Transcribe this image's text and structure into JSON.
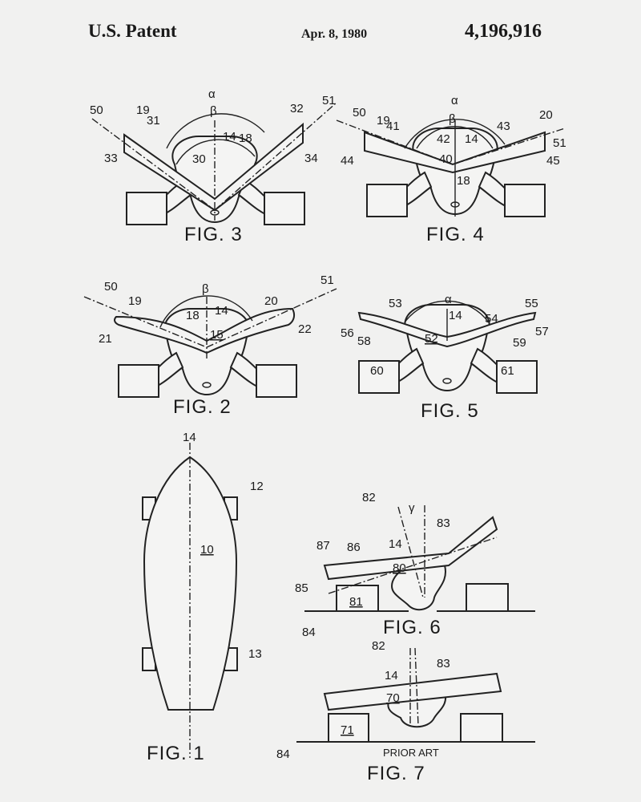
{
  "header": {
    "left": "U.S. Patent",
    "date": "Apr. 8, 1980",
    "number": "4,196,916"
  },
  "fig3": {
    "caption": "FIG. 3",
    "labels": [
      "50",
      "19",
      "31",
      "α",
      "β",
      "14",
      "18",
      "32",
      "51",
      "33",
      "30",
      "34"
    ]
  },
  "fig4": {
    "caption": "FIG. 4",
    "labels": [
      "50",
      "19",
      "41",
      "α",
      "β",
      "42",
      "14",
      "43",
      "20",
      "51",
      "44",
      "40",
      "18",
      "45"
    ]
  },
  "fig2": {
    "caption": "FIG. 2",
    "labels": [
      "50",
      "19",
      "β",
      "18",
      "14",
      "20",
      "51",
      "21",
      "15",
      "22"
    ]
  },
  "fig5": {
    "caption": "FIG. 5",
    "labels": [
      "α",
      "53",
      "14",
      "54",
      "55",
      "56",
      "58",
      "52",
      "59",
      "57",
      "60",
      "61"
    ]
  },
  "fig1": {
    "caption": "FIG. 1",
    "labels": [
      "14",
      "12",
      "10",
      "13"
    ]
  },
  "fig6": {
    "caption": "FIG. 6",
    "labels": [
      "82",
      "γ",
      "83",
      "87",
      "86",
      "14",
      "80",
      "85",
      "81",
      "84"
    ]
  },
  "fig7": {
    "caption": "FIG. 7",
    "labels": [
      "82",
      "83",
      "14",
      "70",
      "71",
      "84"
    ],
    "note": "PRIOR ART"
  }
}
